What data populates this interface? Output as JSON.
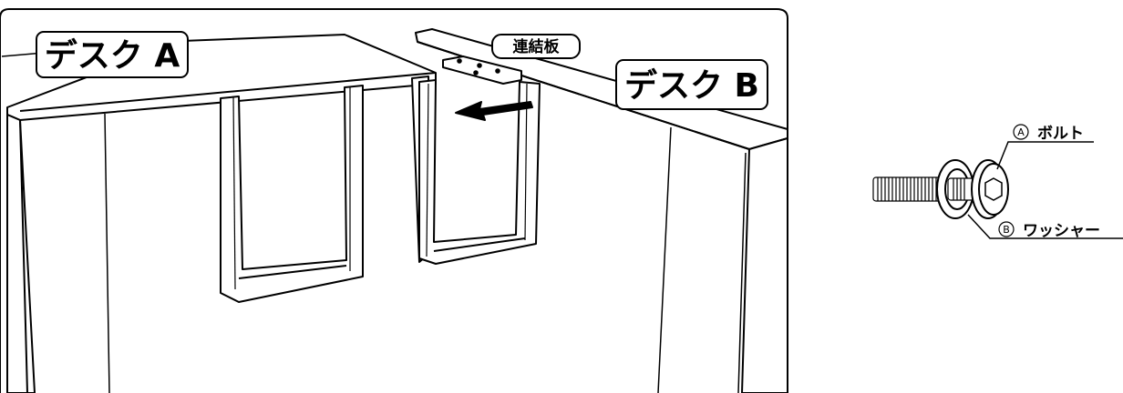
{
  "labels": {
    "desk_a": "デスク A",
    "desk_b": "デスク B",
    "connector_plate": "連結板"
  },
  "parts": {
    "bolt": {
      "marker": "A",
      "name": "ボルト"
    },
    "washer": {
      "marker": "B",
      "name": "ワッシャー"
    }
  },
  "colors": {
    "line": "#000000",
    "background": "#ffffff"
  }
}
